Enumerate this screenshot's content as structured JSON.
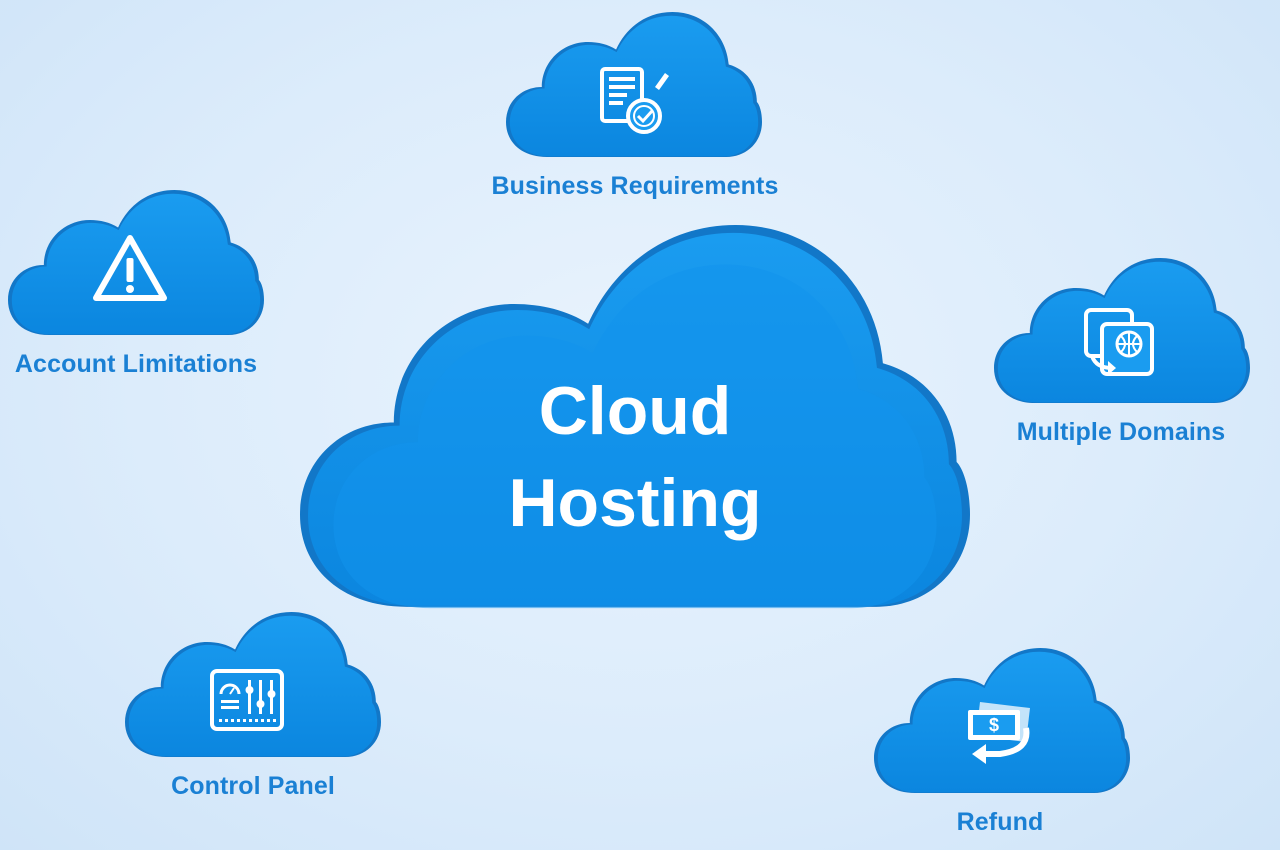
{
  "center": {
    "line1": "Cloud",
    "line2": "Hosting"
  },
  "nodes": {
    "business": {
      "label": "Business Requirements",
      "icon": "document-check-icon"
    },
    "account": {
      "label": "Account Limitations",
      "icon": "warning-icon"
    },
    "domains": {
      "label": "Multiple Domains",
      "icon": "domains-icon"
    },
    "control": {
      "label": "Control Panel",
      "icon": "control-panel-icon"
    },
    "refund": {
      "label": "Refund",
      "icon": "refund-icon"
    }
  },
  "colors": {
    "cloud": "#0d8ee6",
    "cloud_edge": "#1277c8",
    "label": "#1a80d4",
    "background": "#ddecfb"
  }
}
